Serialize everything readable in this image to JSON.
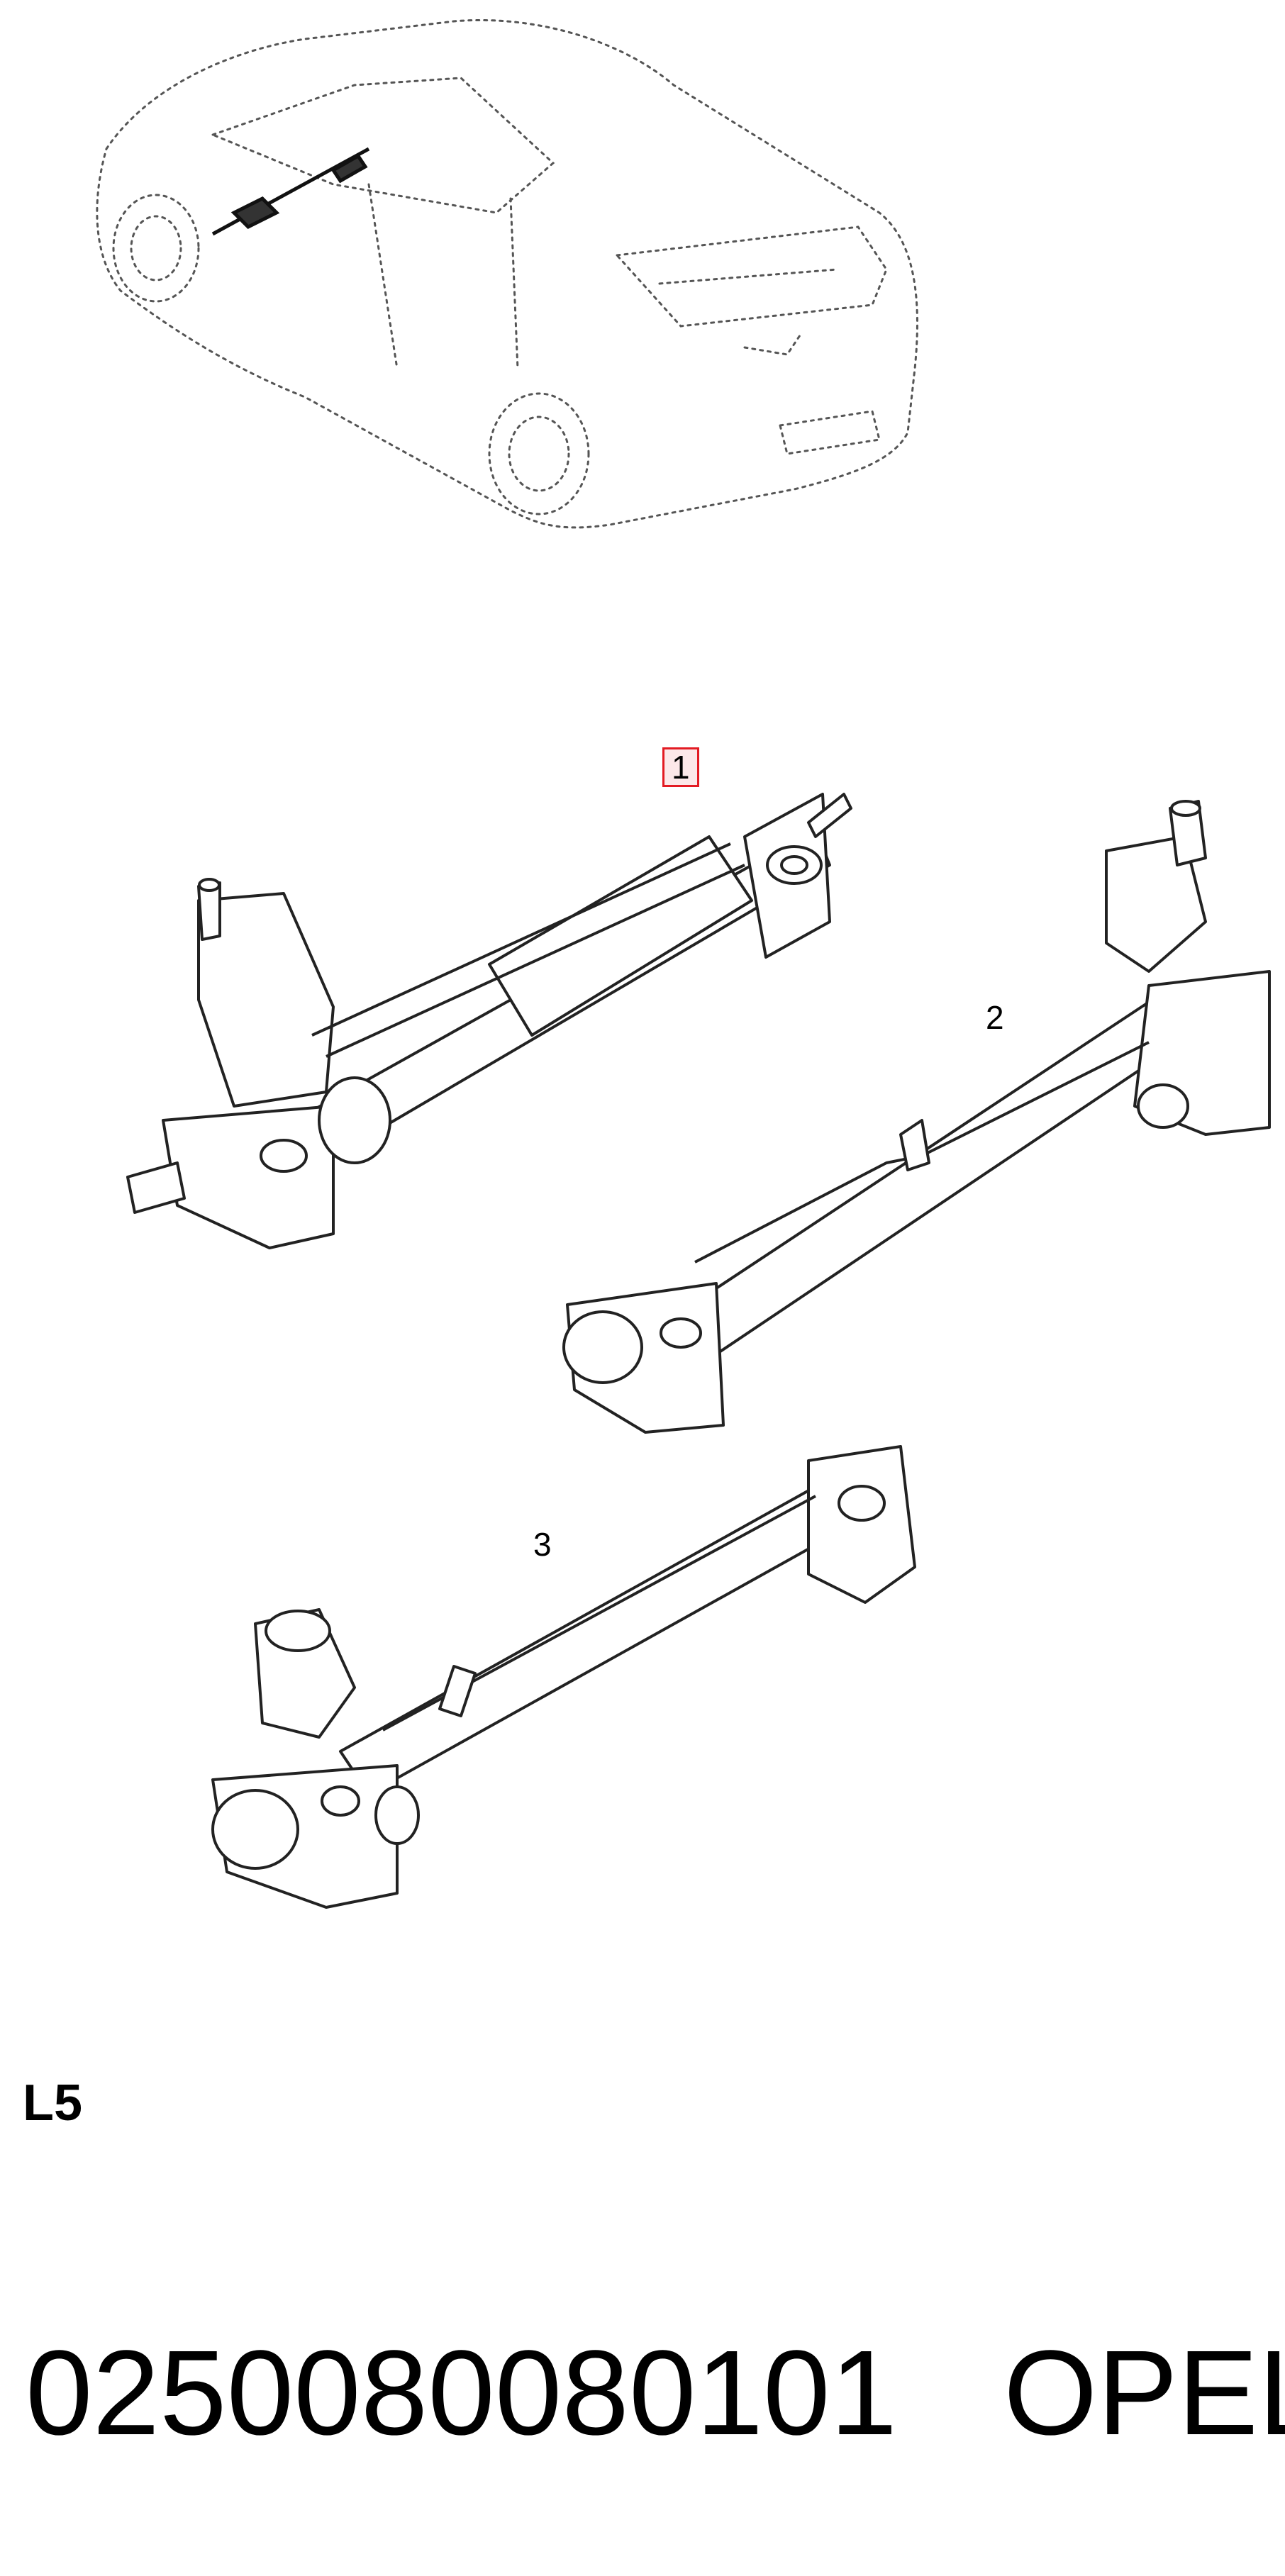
{
  "callouts": {
    "part_1": "1",
    "part_2": "2",
    "part_3": "3"
  },
  "variant_code": "L5",
  "footer": {
    "part_number": "0250080080101",
    "brand": "OPEL"
  },
  "colors": {
    "highlight_border": "#e31b23",
    "line_art": "#222222",
    "dotted_outline": "#555555"
  }
}
